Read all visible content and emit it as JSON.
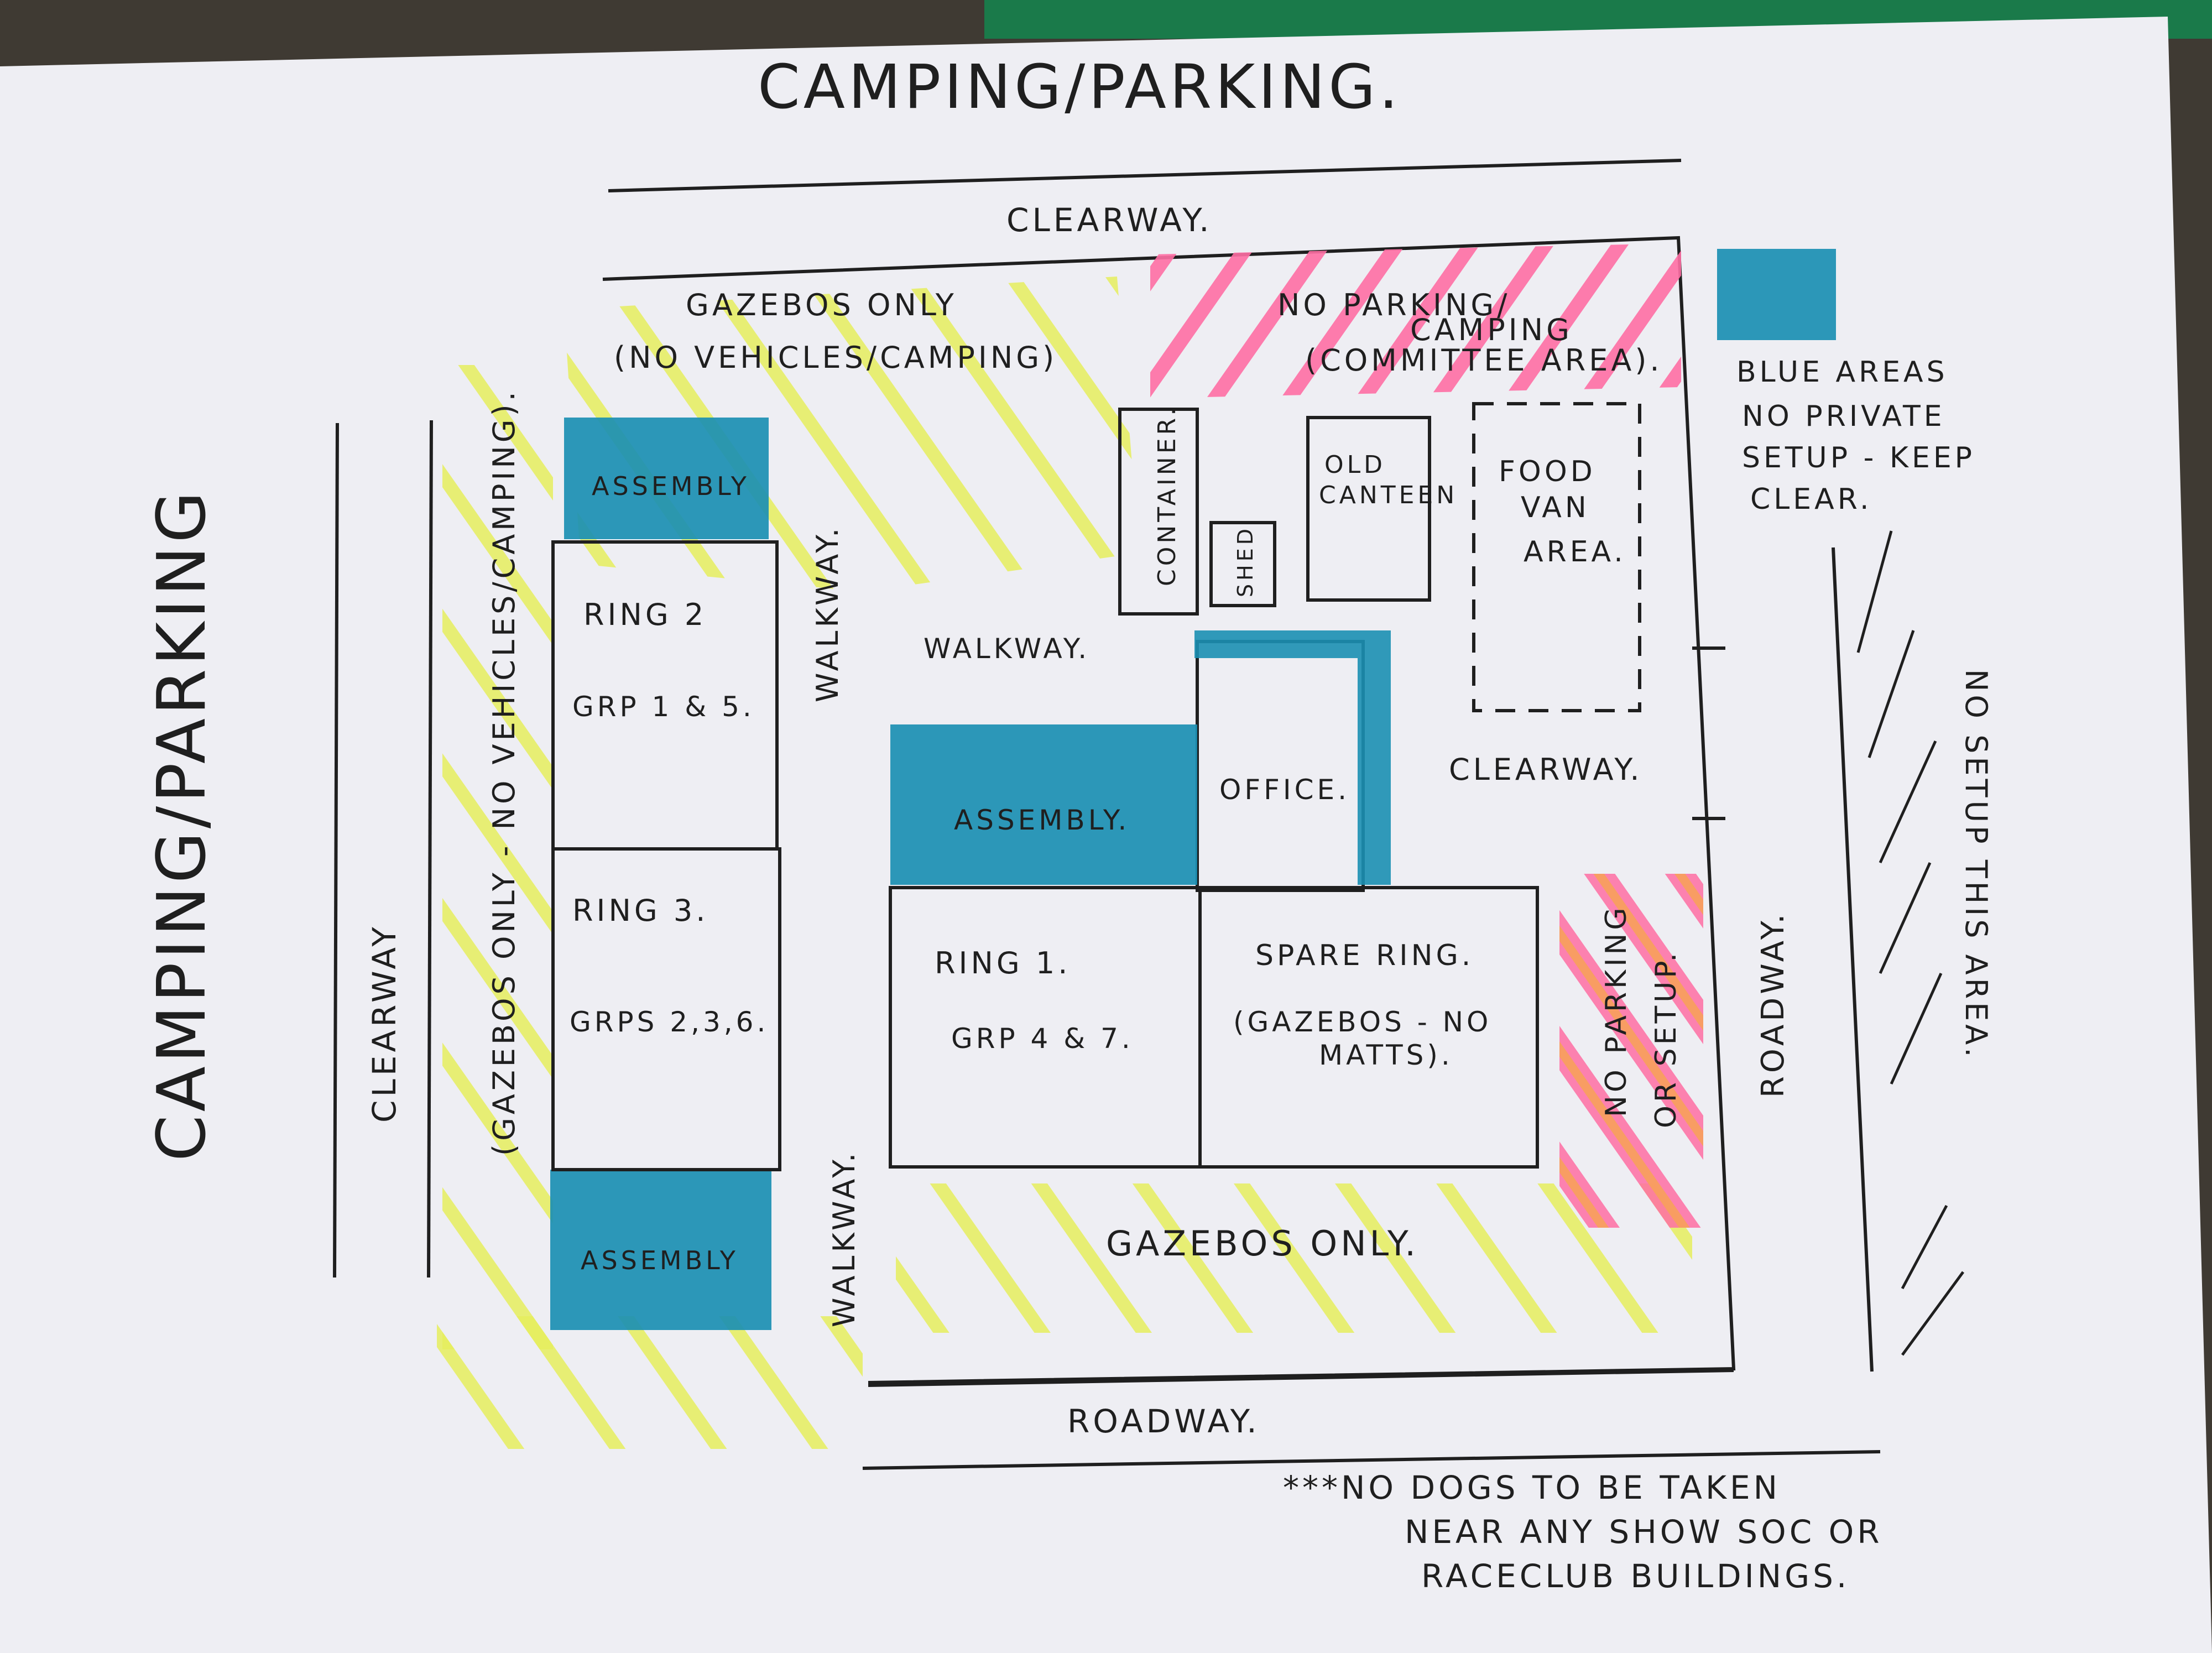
{
  "colors": {
    "paper": "#eeeef3",
    "ink": "#1f1f1f",
    "blue": "#1b8fb3",
    "yellow": "#e6ef5e",
    "pink": "#ff6fa4",
    "orange": "#f8a05a",
    "mat": "#1a7a4a"
  },
  "map": {
    "title_top": "CAMPING/PARKING.",
    "title_left": "CAMPING/PARKING",
    "clearway_top": "CLEARWAY.",
    "clearway_left": "CLEARWAY",
    "clearway_right": "CLEARWAY.",
    "gazebos_top_1": "GAZEBOS ONLY",
    "gazebos_top_2": "(NO VEHICLES/CAMPING)",
    "gazebos_left": "(GAZEBOS ONLY - NO VEHICLES/CAMPING).",
    "gazebos_bottom": "GAZEBOS ONLY.",
    "committee_1": "NO PARKING/",
    "committee_2": "CAMPING",
    "committee_3": "(COMMITTEE AREA).",
    "container": "CONTAINER.",
    "shed": "SHED",
    "old_canteen_1": "OLD",
    "old_canteen_2": "CANTEEN",
    "food_van_1": "FOOD",
    "food_van_2": "VAN",
    "food_van_3": "AREA.",
    "assembly_top_left": "ASSEMBLY",
    "assembly_center": "ASSEMBLY.",
    "assembly_bottom_left": "ASSEMBLY",
    "office": "OFFICE.",
    "ring2": "RING 2",
    "ring2_groups": "GRP 1 & 5.",
    "ring3": "RING 3.",
    "ring3_groups": "GRPS 2,3,6.",
    "ring1": "RING 1.",
    "ring1_groups": "GRP 4 & 7.",
    "spare_ring": "SPARE RING.",
    "spare_note_1": "(GAZEBOS - NO",
    "spare_note_2": "MATTS).",
    "walkway_mid": "WALKWAY.",
    "walkway_vertical": "WALKWAY.",
    "walkway_lower": "WALKWAY.",
    "no_parking_1": "NO PARKING",
    "no_parking_2": "OR SETUP.",
    "roadway_right": "ROADWAY.",
    "roadway_bottom": "ROADWAY.",
    "no_setup": "NO SETUP THIS AREA.",
    "legend_1": "BLUE AREAS",
    "legend_2": "NO PRIVATE",
    "legend_3": "SETUP - KEEP",
    "legend_4": "CLEAR.",
    "dogs_1": "***NO DOGS TO BE TAKEN",
    "dogs_2": "NEAR ANY SHOW SOC OR",
    "dogs_3": "RACECLUB BUILDINGS."
  }
}
